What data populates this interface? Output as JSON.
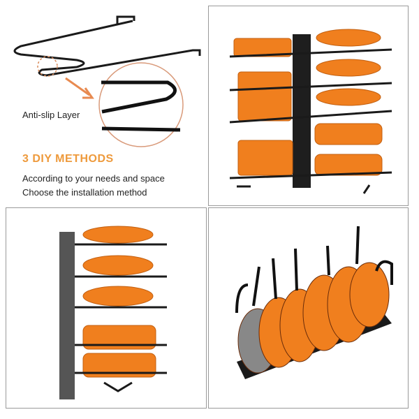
{
  "feature": {
    "anti_slip_label": "Anti-slip Layer",
    "methods_title": "3 DIY METHODS",
    "line1": "According to your needs and space",
    "line2": "Choose the installation method"
  },
  "colors": {
    "accent": "#ee9a3c",
    "pan": "#f07f1e",
    "rack": "#1a1a1a"
  }
}
